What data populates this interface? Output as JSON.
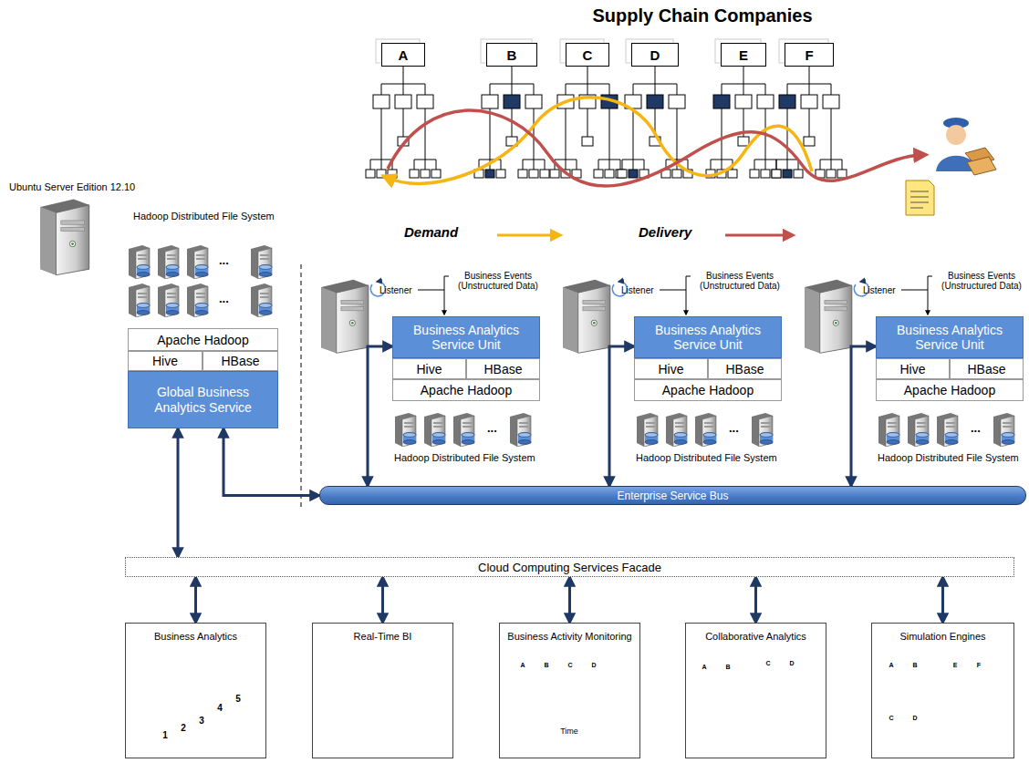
{
  "diagram": {
    "title": "Supply Chain Companies",
    "nodes": [
      {
        "text": [
          "A"
        ]
      },
      {
        "text": [
          "B"
        ]
      },
      {
        "text": [
          "C"
        ]
      },
      {
        "text": [
          "D"
        ]
      },
      {
        "text": [
          "E"
        ]
      },
      {
        "text": [
          "F"
        ]
      },
      {
        "text": [
          "Apache Hadoop"
        ]
      },
      {
        "text": [
          "Hive"
        ]
      },
      {
        "text": [
          "HBase"
        ]
      },
      {
        "text": [
          "Global Business Analytics Service"
        ]
      },
      {
        "text": [
          "Business Analytics Service Unit"
        ]
      },
      {
        "text": [
          "Hive"
        ]
      },
      {
        "text": [
          "HBase"
        ]
      },
      {
        "text": [
          "Apache Hadoop"
        ]
      },
      {
        "text": [
          "Business Analytics Service Unit"
        ]
      },
      {
        "text": [
          "Hive"
        ]
      },
      {
        "text": [
          "HBase"
        ]
      },
      {
        "text": [
          "Apache Hadoop"
        ]
      },
      {
        "text": [
          "Business Analytics Service Unit"
        ]
      },
      {
        "text": [
          "Hive"
        ]
      },
      {
        "text": [
          "HBase"
        ]
      },
      {
        "text": [
          "Apache Hadoop"
        ]
      },
      {
        "text": [
          "Enterprise Service Bus"
        ]
      },
      {
        "text": [
          "Cloud Computing Services Facade"
        ]
      },
      {
        "text": [
          "Business Analytics"
        ]
      },
      {
        "text": [
          "Real-Time BI"
        ]
      },
      {
        "text": [
          "Business Activity Monitoring"
        ]
      },
      {
        "text": [
          "Collaborative Analytics"
        ]
      },
      {
        "text": [
          "Simulation Engines"
        ]
      }
    ],
    "edges": [
      {
        "from": 9,
        "to": 23,
        "arrow": "both"
      },
      {
        "from": 9,
        "to": 22,
        "arrow": "both"
      },
      {
        "from": 10,
        "to": 22,
        "arrow": "both"
      },
      {
        "from": 14,
        "to": 22,
        "arrow": "both"
      },
      {
        "from": 18,
        "to": 22,
        "arrow": "both"
      },
      {
        "from": 23,
        "to": 24,
        "arrow": "both"
      },
      {
        "from": 23,
        "to": 25,
        "arrow": "both"
      },
      {
        "from": 23,
        "to": 26,
        "arrow": "both"
      },
      {
        "from": 23,
        "to": 27,
        "arrow": "both"
      },
      {
        "from": 23,
        "to": 28,
        "arrow": "both"
      }
    ],
    "labels": [
      "Ubuntu Server Edition 12.10",
      "Hadoop Distributed File System",
      "...",
      "...",
      "Demand",
      "Delivery",
      "Listener",
      "Business Events (Unstructured Data)",
      "...",
      "Hadoop Distributed File System",
      "Listener",
      "Business Events (Unstructured Data)",
      "...",
      "Hadoop Distributed File System",
      "Listener",
      "Business Events (Unstructured Data)",
      "...",
      "Hadoop Distributed File System",
      "1",
      "2",
      "3",
      "4",
      "5",
      "A",
      "B",
      "C",
      "D",
      "Time",
      "A",
      "B",
      "C",
      "D",
      "A",
      "B",
      "E",
      "F",
      "C",
      "D"
    ]
  }
}
